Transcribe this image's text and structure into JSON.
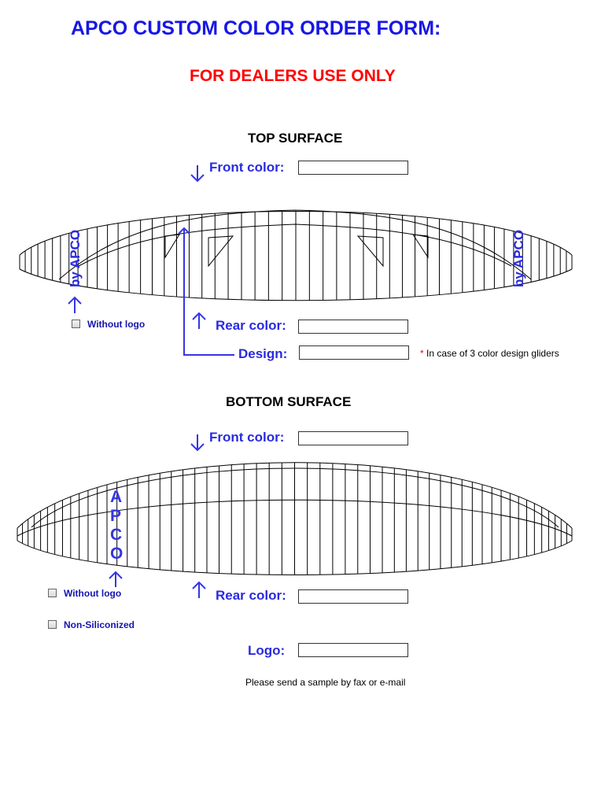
{
  "header": {
    "title": "APCO CUSTOM COLOR ORDER FORM:",
    "subtitle": "FOR DEALERS USE ONLY"
  },
  "top_surface": {
    "heading": "TOP SURFACE",
    "front_color_label": "Front color:",
    "front_color_value": "",
    "rear_color_label": "Rear color:",
    "rear_color_value": "",
    "design_label": "Design:",
    "design_value": "",
    "design_note_star": "*",
    "design_note": " In case of 3 color design gliders",
    "logo_text": "by APCO",
    "without_logo_label": "Without logo",
    "without_logo_checked": false
  },
  "bottom_surface": {
    "heading": "BOTTOM SURFACE",
    "front_color_label": "Front color:",
    "front_color_value": "",
    "rear_color_label": "Rear color:",
    "rear_color_value": "",
    "logo_letters": [
      "A",
      "P",
      "C",
      "O"
    ],
    "without_logo_label": "Without logo",
    "without_logo_checked": false,
    "non_siliconized_label": "Non-Siliconized",
    "non_siliconized_checked": false,
    "logo_label": "Logo:",
    "logo_value": "",
    "sample_note": "Please send a sample by fax or e-mail"
  },
  "colors": {
    "title": "#1717e6",
    "subtitle": "#ff0000",
    "label": "#2a2ae0",
    "arrow": "#3535e6"
  }
}
